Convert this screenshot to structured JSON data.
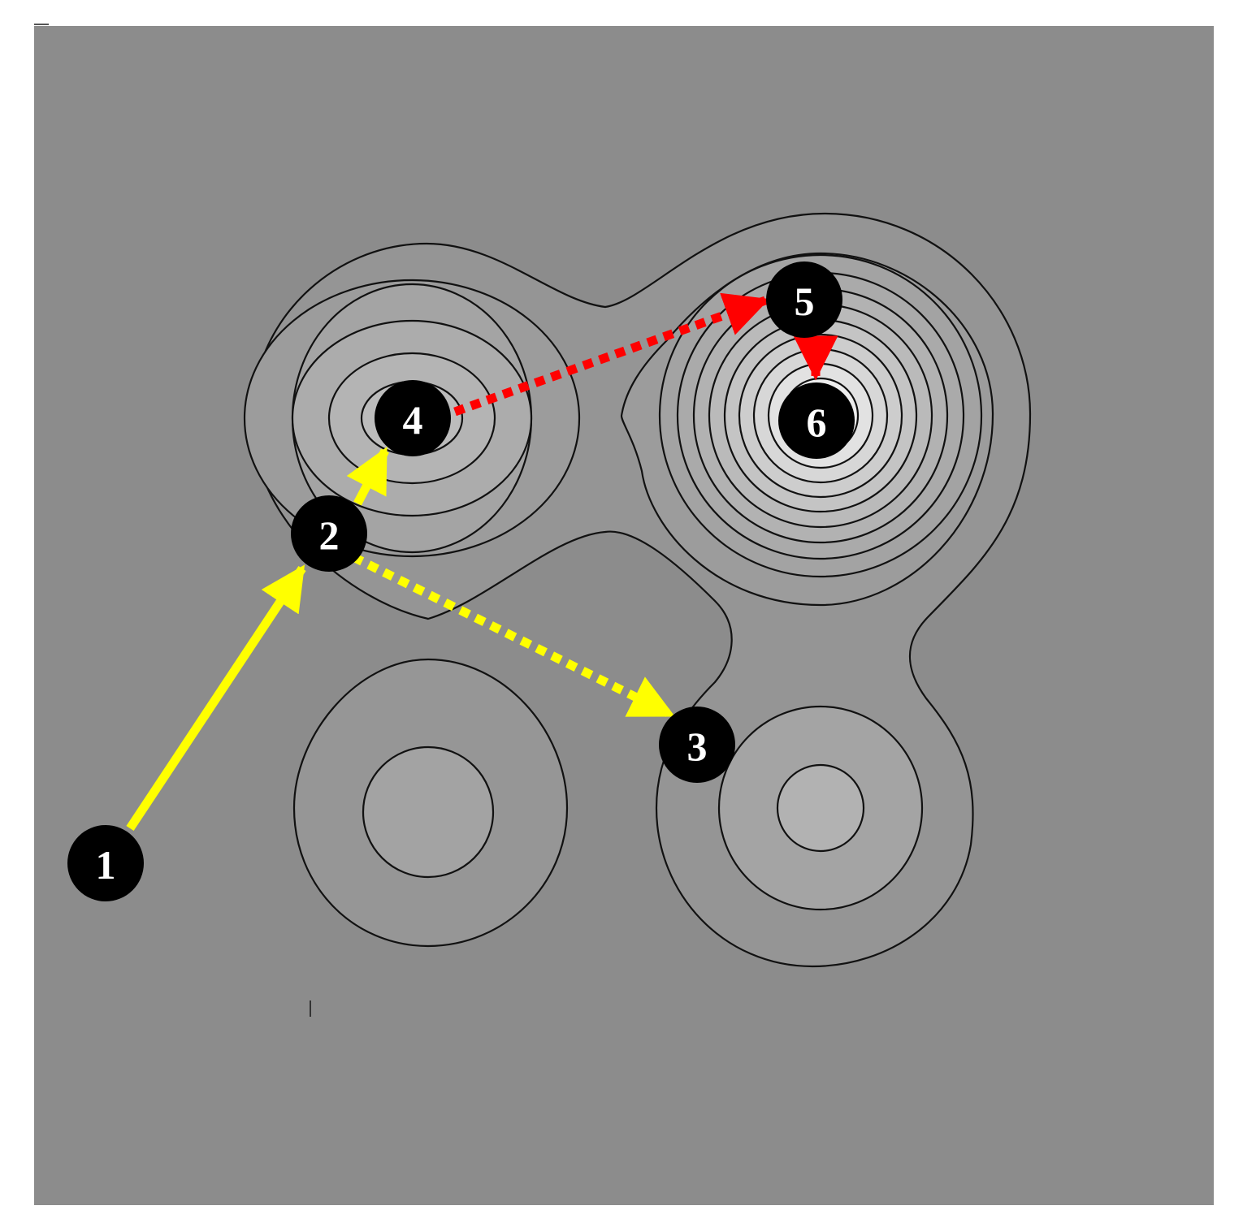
{
  "landscape": {
    "background_color": "#8c8c8c",
    "line_color": "#111111",
    "peaks": [
      {
        "name": "upper-left-peak",
        "levels": 5
      },
      {
        "name": "upper-right-peak",
        "levels": 10
      },
      {
        "name": "lower-left-peak",
        "levels": 2
      },
      {
        "name": "lower-right-peak",
        "levels": 3
      }
    ]
  },
  "nodes": [
    {
      "label": "1"
    },
    {
      "label": "2"
    },
    {
      "label": "3"
    },
    {
      "label": "4"
    },
    {
      "label": "5"
    },
    {
      "label": "6"
    }
  ],
  "edges": [
    {
      "from": "1",
      "to": "2",
      "color": "#ffff00",
      "style": "solid"
    },
    {
      "from": "2",
      "to": "4",
      "color": "#ffff00",
      "style": "solid"
    },
    {
      "from": "2",
      "to": "3",
      "color": "#ffff00",
      "style": "dotted"
    },
    {
      "from": "4",
      "to": "5",
      "color": "#ff0000",
      "style": "dotted"
    },
    {
      "from": "5",
      "to": "6",
      "color": "#ff0000",
      "style": "solid"
    }
  ],
  "colors": {
    "node_fill": "#000000",
    "node_text": "#ffffff",
    "yellow_path": "#ffff00",
    "red_path": "#ff0000"
  }
}
